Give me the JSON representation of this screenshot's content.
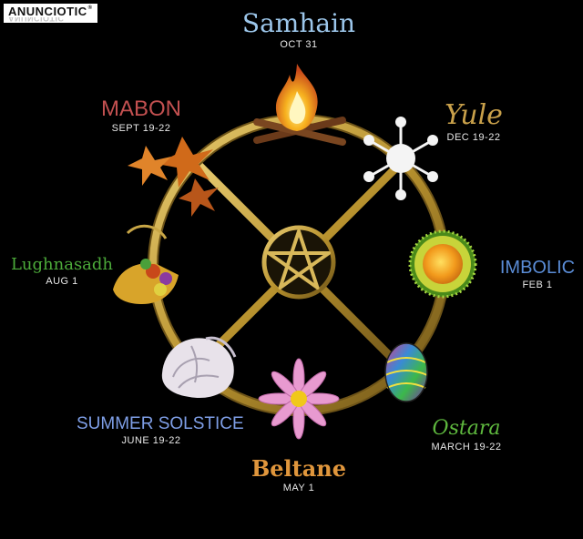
{
  "watermark": {
    "text": "ANUNCIOTIC",
    "suffix": "®"
  },
  "sabbats": {
    "samhain": {
      "name": "Samhain",
      "date": "OCT 31",
      "color": "#9cc6ea"
    },
    "yule": {
      "name": "Yule",
      "date": "DEC 19-22",
      "color": "#c8a04a"
    },
    "imbolic": {
      "name": "IMBOLIC",
      "date": "FEB 1",
      "color": "#5a8cd6"
    },
    "ostara": {
      "name": "Ostara",
      "date": "MARCH 19-22",
      "color": "#5eb83e"
    },
    "beltane": {
      "name": "Beltane",
      "date": "MAY 1",
      "color": "#e0963c"
    },
    "summer_solstice": {
      "name": "SUMMER SOLSTICE",
      "date": "JUNE 19-22",
      "color": "#7e9ee6"
    },
    "lughnasadh": {
      "name": "Lughnasadh",
      "date": "AUG 1",
      "color": "#4caa3a"
    },
    "mabon": {
      "name": "MABON",
      "date": "SEPT 19-22",
      "color": "#c25050"
    }
  },
  "colors": {
    "wheel_gold": "#c8a646",
    "wheel_dark": "#7a5e1a",
    "background": "#000000"
  },
  "icons": [
    "fire-icon",
    "snowflake-icon",
    "sun-icon",
    "egg-icon",
    "flower-icon",
    "shell-icon",
    "cornucopia-icon",
    "leaves-icon",
    "pentagram-icon"
  ]
}
